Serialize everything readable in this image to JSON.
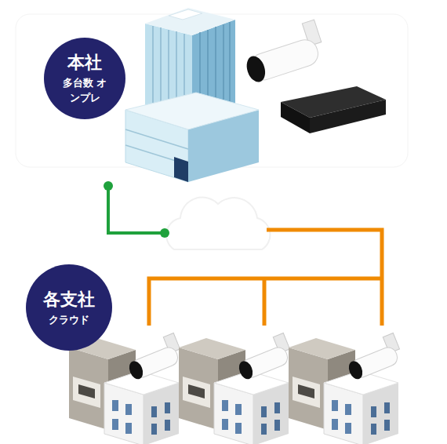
{
  "diagram": {
    "nodes": [
      {
        "text": [
          "本社",
          "多台数 オンプレ"
        ]
      },
      {
        "text": [
          "各支社",
          "クラウド"
        ]
      }
    ]
  }
}
